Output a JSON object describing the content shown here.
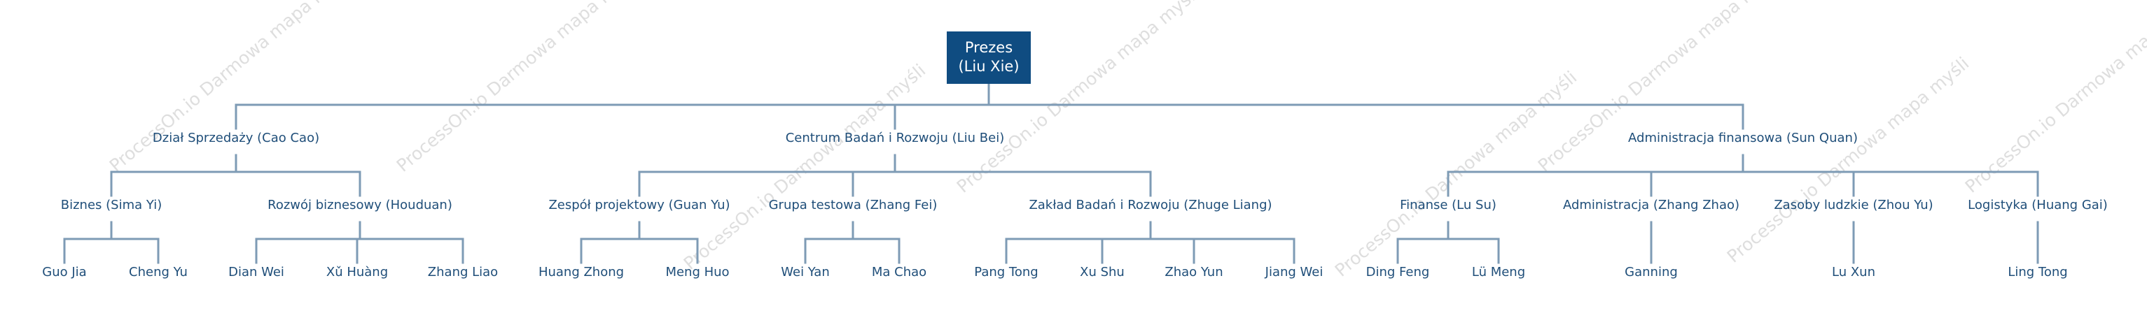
{
  "colors": {
    "root_fill": "#0f4c81",
    "root_text": "#ffffff",
    "node_text": "#1f4e79",
    "connector": "#7e9bb5",
    "watermark": "#d9d9d9"
  },
  "watermark_text": "ProcessOn.io Darmowa mapa myśli",
  "root": {
    "line1": "Prezes",
    "line2": "(Liu Xie)"
  },
  "departments": [
    {
      "id": "dept-sales",
      "label": "Dział Sprzedaży (Cao Cao)"
    },
    {
      "id": "dept-rnd",
      "label": "Centrum Badań i Rozwoju (Liu Bei)"
    },
    {
      "id": "dept-finance-admin",
      "label": "Administracja finansowa (Sun Quan)"
    }
  ],
  "teams": [
    {
      "id": "team-business",
      "dept": "dept-sales",
      "label": "Biznes (Sima Yi)"
    },
    {
      "id": "team-bizdev",
      "dept": "dept-sales",
      "label": "Rozwój biznesowy (Houduan)"
    },
    {
      "id": "team-project",
      "dept": "dept-rnd",
      "label": "Zespół projektowy (Guan Yu)"
    },
    {
      "id": "team-testing",
      "dept": "dept-rnd",
      "label": "Grupa testowa (Zhang Fei)"
    },
    {
      "id": "team-rnd-lab",
      "dept": "dept-rnd",
      "label": "Zakład Badań i Rozwoju (Zhuge Liang)"
    },
    {
      "id": "team-finance",
      "dept": "dept-finance-admin",
      "label": "Finanse (Lu Su)"
    },
    {
      "id": "team-admin",
      "dept": "dept-finance-admin",
      "label": "Administracja (Zhang Zhao)"
    },
    {
      "id": "team-hr",
      "dept": "dept-finance-admin",
      "label": "Zasoby ludzkie (Zhou Yu)"
    },
    {
      "id": "team-logistics",
      "dept": "dept-finance-admin",
      "label": "Logistyka (Huang Gai)"
    }
  ],
  "members": [
    {
      "team": "team-business",
      "label": "Guo Jia"
    },
    {
      "team": "team-business",
      "label": "Cheng Yu"
    },
    {
      "team": "team-bizdev",
      "label": "Dian Wei"
    },
    {
      "team": "team-bizdev",
      "label": "Xǔ Huàng"
    },
    {
      "team": "team-bizdev",
      "label": "Zhang Liao"
    },
    {
      "team": "team-project",
      "label": "Huang Zhong"
    },
    {
      "team": "team-project",
      "label": "Meng Huo"
    },
    {
      "team": "team-testing",
      "label": "Wei Yan"
    },
    {
      "team": "team-testing",
      "label": "Ma Chao"
    },
    {
      "team": "team-rnd-lab",
      "label": "Pang Tong"
    },
    {
      "team": "team-rnd-lab",
      "label": "Xu Shu"
    },
    {
      "team": "team-rnd-lab",
      "label": "Zhao Yun"
    },
    {
      "team": "team-rnd-lab",
      "label": "Jiang Wei"
    },
    {
      "team": "team-finance",
      "label": "Ding Feng"
    },
    {
      "team": "team-finance",
      "label": "Lü Meng"
    },
    {
      "team": "team-admin",
      "label": "Ganning"
    },
    {
      "team": "team-hr",
      "label": "Lu Xun"
    },
    {
      "team": "team-logistics",
      "label": "Ling Tong"
    }
  ]
}
